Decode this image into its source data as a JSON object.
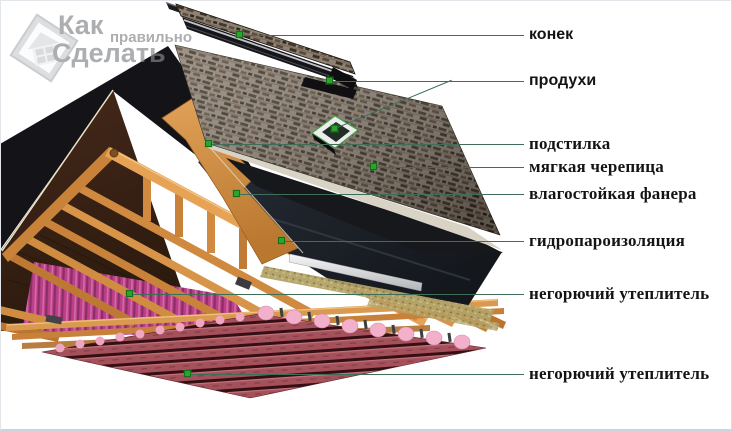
{
  "page": {
    "background": "#ffffff",
    "frame_color": "#e2e6ea",
    "bottom_edge_color": "#c9d6df"
  },
  "watermark": {
    "word1": "Как",
    "word2": "правильно",
    "word3": "Сделать",
    "icon": "house-in-diamond-logo"
  },
  "diagram": {
    "colors": {
      "leader_line": "#3f6d57",
      "marker_fill": "#2ca32c",
      "marker_border": "#11701b",
      "label_text": "#141414",
      "shingles": "#8e8274",
      "wood": "#d8944a",
      "insulation_pink": "#bb4187",
      "insulation_slab": "#a5515b",
      "membrane_dark": "#1d222a"
    },
    "labels": [
      {
        "text": "конек"
      },
      {
        "text": "продухи"
      },
      {
        "text": "подстилка"
      },
      {
        "text": "мягкая черепица"
      },
      {
        "text": "влагостойкая фанера"
      },
      {
        "text": "гидропароизоляция"
      },
      {
        "text": "негорючий утеплитель"
      },
      {
        "text": "негорючий утеплитель"
      }
    ]
  }
}
